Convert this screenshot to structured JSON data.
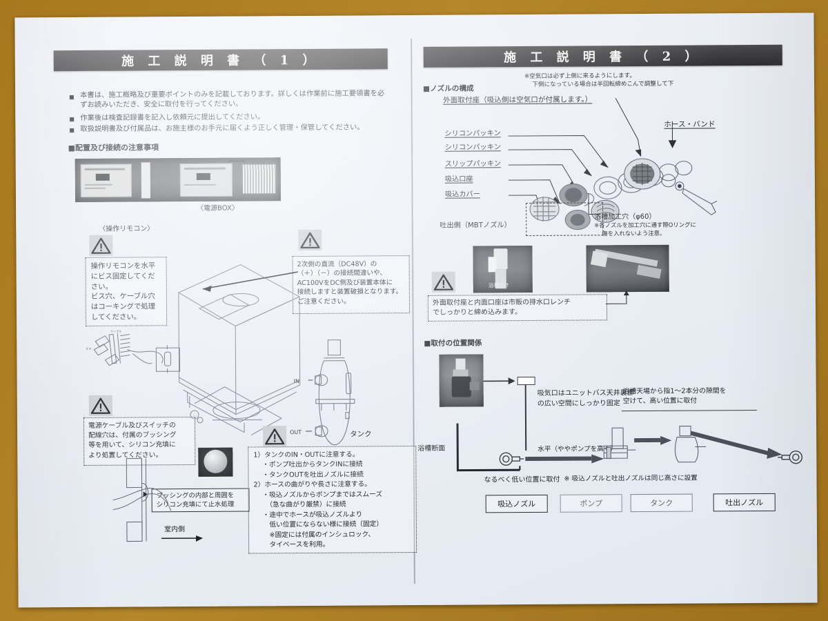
{
  "document": {
    "background_color": "#a8781f",
    "paper_color": "#eaeef5",
    "banner_color": "#3b3b3d"
  },
  "left_page": {
    "banner_title": "施 工 説 明 書 （ 1 ）",
    "bullets": [
      "本書は、施工概略及び重要ポイントのみを記載しております。詳しくは作業前に施工要領書を必ずお読みいただき、安全に取付を行ってください。",
      "作業後は検査記録書を記入し依頼元に提出してください。",
      "取扱説明書及び付属品は、お施主様のお手元に届くよう正しく管理・保管してください。"
    ],
    "section_heading": "■配置及び接続の注意事項",
    "photo_caption": "〈電源BOX〉",
    "remote_caption": "〈操作リモコン〉",
    "warning_remote": "操作リモコンを水平\nにビス固定してくだ\nさい。\nビス穴、ケーブル穴\nはコーキングで処理\nしてください。",
    "warning_dc": "2次側の直流（DC48V）の\n（＋）（－）の接続間違いや、\nAC100VをDC側及び装置本体に\n接続しますと装置破損となります。\nご注意ください。",
    "warning_cable": "電源ケーブル及びスイッチの\n配線穴は、付属のブッシング\n等を用いて、シリコン充填に\nより処置してください。",
    "bushing_note": "ブッシングの内部と周囲を\nシリコン充填にて止水処理",
    "indoor_label": "室内側",
    "tank_label": "タンク",
    "tank_in": "IN",
    "tank_out": "OUT",
    "tank_notes": "1）タンクのIN・OUTに注意する。\n　 ・ポンプ吐出からタンクINに接続\n　 ・タンクOUTを吐出ノズルに接続\n2）ホースの曲がりや長さに注意する。\n　 ・吸込ノズルからポンプまではスムーズ\n　 　（急な曲がり厳禁）に接続\n　 ・途中でホースが吸込ノズルより\n　 　低い位置にならない様に接続（固定）\n　 　※固定には付属のインシュロック、\n　 　タイベースを利用。"
  },
  "right_page": {
    "banner_title": "施 工 説 明 書 （ 2 ）",
    "section_nozzle_heading": "■ノズルの構成",
    "air_port_note": "※空気口は必ず上側に来るようにします。\n　 下側になっている場合は半回転締めこんで調整して下",
    "outer_seat_label": "外面取付座（吸込側は空気口が付属します。）",
    "hose_band_label": "ホース・バンド",
    "part_labels": [
      "シリコンパッキン",
      "シリコンパッキン",
      "スリップパッキン",
      "吸込口座",
      "吸込カバー"
    ],
    "mbt_label": "吐出側（MBTノズル）",
    "tub_hole_title": "浴槽加工穴（φ60）",
    "tub_hole_note": "※各ノズルを加工穴に通す際Oリングに\n　 傷を入れないよう注意。",
    "photo_tub_label": "浴槽面↑",
    "warning_wrench": "外面取付座と内面口座は市販の排水口レンチ\nでしっかりと締め込みます。",
    "section_position_heading": "■取付の位置関係",
    "air_intake_note": "吸気口はユニットバス天井裏部\nの広い空間にしっかり固定",
    "tub_top_note": "浴槽天場から指1～2本分の隙間を\n空けて、高い位置に取付",
    "tub_section_label": "浴槽断面",
    "low_position_note": "なるべく低い位置に取付",
    "same_height_note": "※ 吸込ノズルと吐出ノズルは同じ高さに設置",
    "level_note": "水平（ややポンプを高く）",
    "flow_boxes": [
      "吸込ノズル",
      "ポンプ",
      "タンク",
      "吐出ノズル"
    ]
  }
}
